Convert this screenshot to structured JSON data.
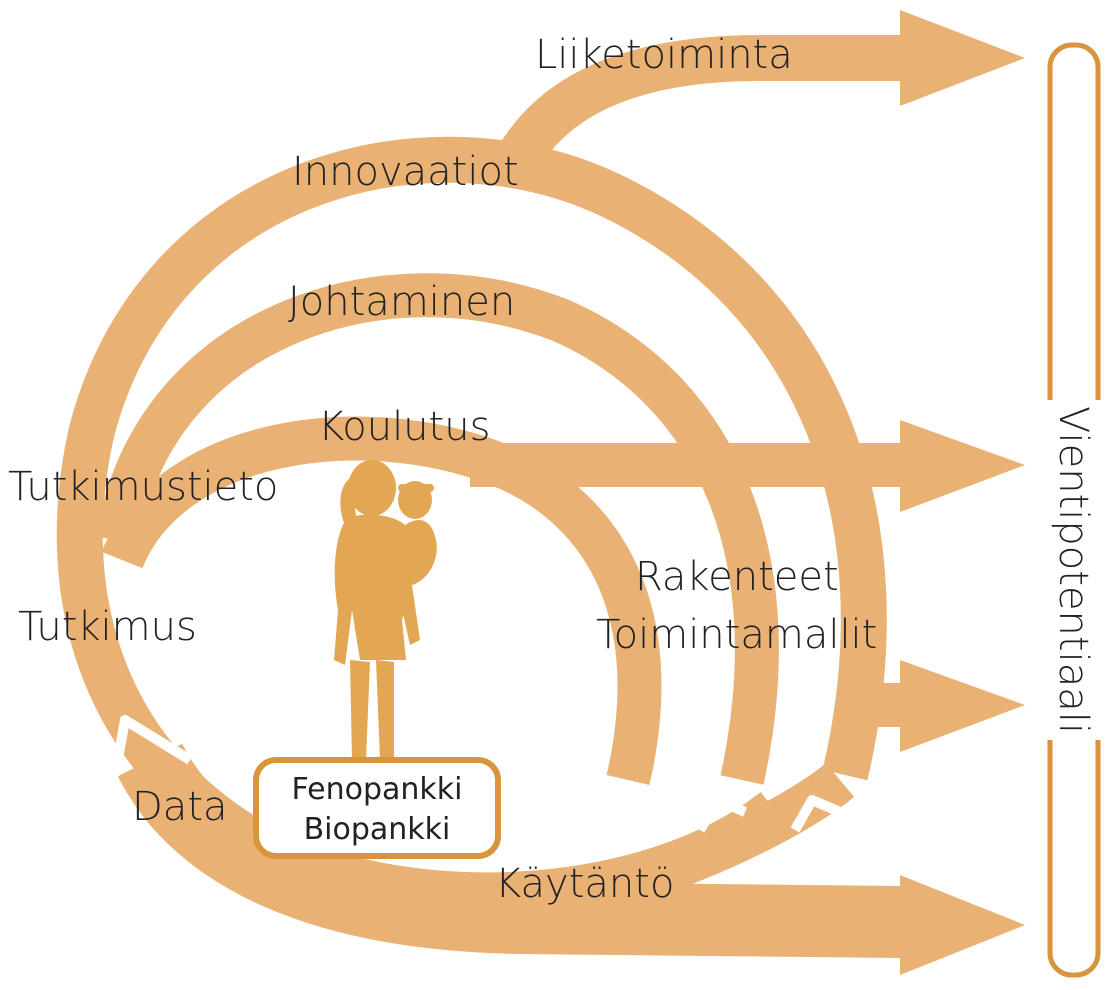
{
  "labels": {
    "liiketoiminta": "Liiketoiminta",
    "innovaatiot": "Innovaatiot",
    "johtaminen": "Johtaminen",
    "koulutus": "Koulutus",
    "tutkimustieto": "Tutkimustieto",
    "tutkimus": "Tutkimus",
    "rakenteet": "Rakenteet",
    "toimintamallit": "Toimintamallit",
    "data": "Data",
    "kaytanto": "Käytäntö",
    "fenopankki": "Fenopankki",
    "biopankki": "Biopankki",
    "vientipotentiaali": "Vientipotentiaali"
  },
  "colors": {
    "flow": "#e9b274",
    "figure": "#e3a653",
    "box_border": "#d9953e",
    "text": "#222222"
  },
  "icons": {
    "figure": "mother-with-child-icon"
  }
}
